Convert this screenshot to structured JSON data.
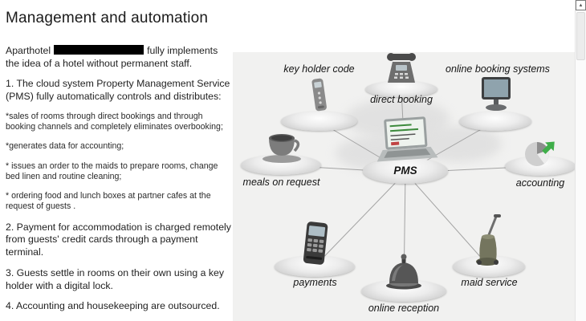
{
  "title": "Management and automation",
  "intro": {
    "before": "Aparthotel",
    "after": "fully implements the idea of a hotel without permanent staff."
  },
  "paragraphs": [
    "1. The cloud system Property Management Service (PMS) fully automatically controls and distributes:",
    "*sales of rooms through direct bookings and through booking channels and completely eliminates overbooking;",
    "*generates data for accounting;",
    "* issues an order to the maids to prepare rooms, change bed linen and routine cleaning;",
    "* ordering food and lunch boxes at partner cafes at the request of guests .",
    "2. Payment for accommodation is charged remotely from guests' credit cards through a payment terminal.",
    "3. Guests settle in rooms on their own using a key holder with a digital lock.",
    "4. Accounting and housekeeping are outsourced."
  ],
  "diagram": {
    "center": {
      "label": "PMS",
      "icon": "laptop-icon"
    },
    "nodes": [
      {
        "label": "key holder code",
        "icon": "key-holder-icon"
      },
      {
        "label": "direct booking",
        "icon": "phone-icon"
      },
      {
        "label": "online booking systems",
        "icon": "monitor-icon"
      },
      {
        "label": "meals on request",
        "icon": "coffee-cup-icon"
      },
      {
        "label": "accounting",
        "icon": "pie-chart-icon"
      },
      {
        "label": "payments",
        "icon": "payment-terminal-icon"
      },
      {
        "label": "online reception",
        "icon": "bell-icon"
      },
      {
        "label": "maid service",
        "icon": "vacuum-icon"
      }
    ],
    "colors": {
      "panel_bg": "#f1f1f0",
      "line": "#a3a3a3",
      "accent_green": "#3fae49"
    }
  },
  "scrollbar": {
    "up_arrow": "▲"
  }
}
